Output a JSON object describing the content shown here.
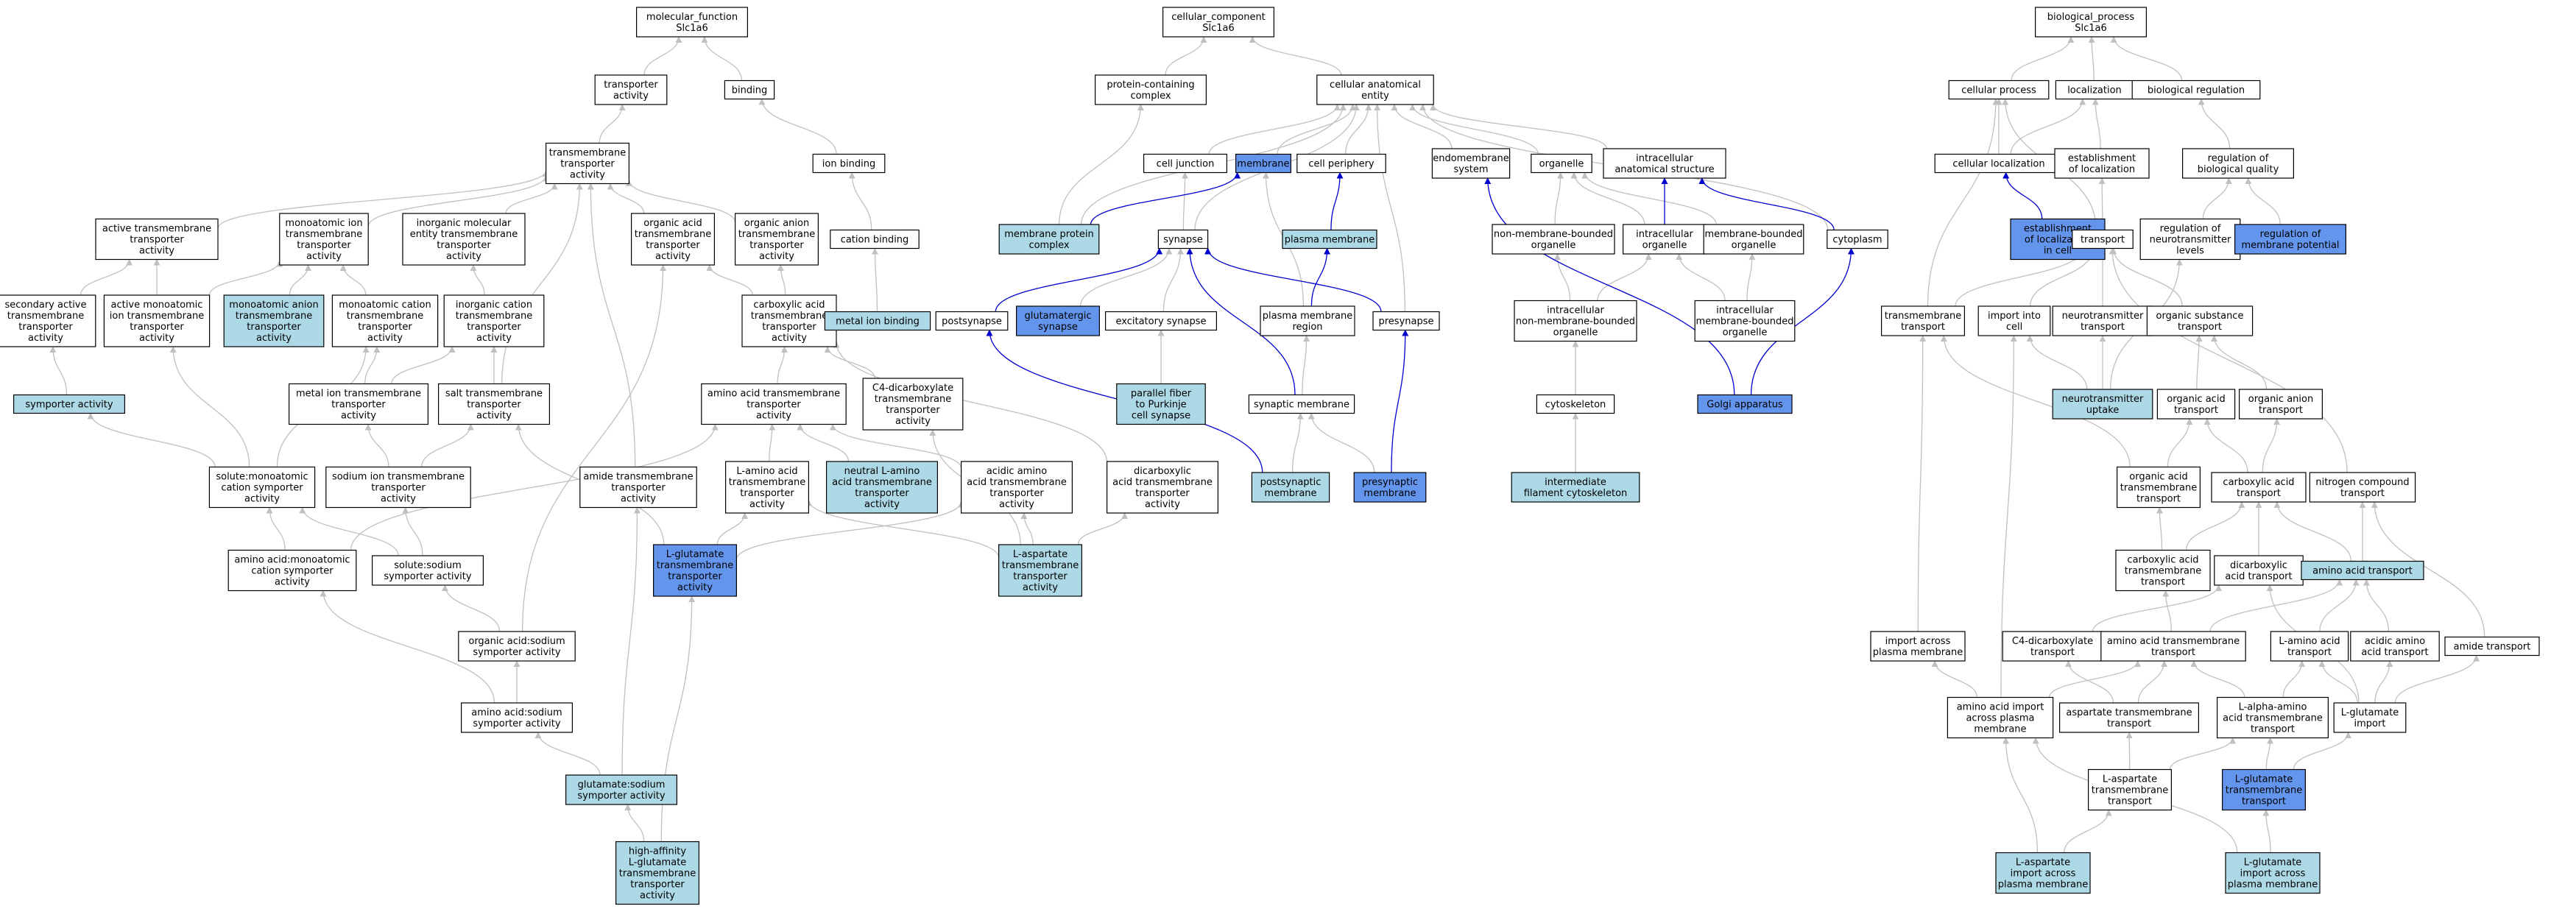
{
  "colors": {
    "default_fill": "#ffffff",
    "highlight_light": "#add8e6",
    "highlight_dark": "#6495ed",
    "edge_gray": "#c0c0c0",
    "edge_blue": "#0000cc"
  },
  "nodes": [
    {
      "id": "mf",
      "label": "molecular_function\nSlc1a6",
      "style": "white"
    },
    {
      "id": "cc",
      "label": "cellular_component\nSlc1a6",
      "style": "white"
    },
    {
      "id": "bp",
      "label": "biological_process\nSlc1a6",
      "style": "white"
    },
    {
      "id": "transporter_activity",
      "label": "transporter\nactivity",
      "style": "white"
    },
    {
      "id": "binding",
      "label": "binding",
      "style": "white"
    },
    {
      "id": "protein_complex",
      "label": "protein-containing\ncomplex",
      "style": "white"
    },
    {
      "id": "cae",
      "label": "cellular anatomical\nentity",
      "style": "white"
    },
    {
      "id": "cellular_process",
      "label": "cellular process",
      "style": "white"
    },
    {
      "id": "localization",
      "label": "localization",
      "style": "white"
    },
    {
      "id": "biological_regulation",
      "label": "biological regulation",
      "style": "white"
    },
    {
      "id": "tmt_activity",
      "label": "transmembrane\ntransporter\nactivity",
      "style": "white"
    },
    {
      "id": "ion_binding",
      "label": "ion binding",
      "style": "white"
    },
    {
      "id": "cell_junction",
      "label": "cell junction",
      "style": "white"
    },
    {
      "id": "membrane",
      "label": "membrane",
      "style": "dark"
    },
    {
      "id": "cell_periphery",
      "label": "cell periphery",
      "style": "white"
    },
    {
      "id": "endomembrane_system",
      "label": "endomembrane\nsystem",
      "style": "white"
    },
    {
      "id": "organelle",
      "label": "organelle",
      "style": "white"
    },
    {
      "id": "intracellular_as",
      "label": "intracellular\nanatomical structure",
      "style": "white"
    },
    {
      "id": "cellular_localization",
      "label": "cellular localization",
      "style": "white"
    },
    {
      "id": "establishment_localization",
      "label": "establishment\nof localization",
      "style": "white"
    },
    {
      "id": "regulation_bq",
      "label": "regulation of\nbiological quality",
      "style": "white"
    },
    {
      "id": "active_tt",
      "label": "active transmembrane\ntransporter\nactivity",
      "style": "white"
    },
    {
      "id": "monoatomic_ion_tt",
      "label": "monoatomic ion\ntransmembrane\ntransporter\nactivity",
      "style": "white"
    },
    {
      "id": "inorganic_molecular_tt",
      "label": "inorganic molecular\nentity transmembrane\ntransporter\nactivity",
      "style": "white"
    },
    {
      "id": "organic_acid_tt",
      "label": "organic acid\ntransmembrane\ntransporter\nactivity",
      "style": "white"
    },
    {
      "id": "organic_anion_tt",
      "label": "organic anion\ntransmembrane\ntransporter\nactivity",
      "style": "white"
    },
    {
      "id": "cation_binding",
      "label": "cation binding",
      "style": "white"
    },
    {
      "id": "synapse",
      "label": "synapse",
      "style": "white"
    },
    {
      "id": "membrane_protein_complex",
      "label": "membrane protein\ncomplex",
      "style": "light"
    },
    {
      "id": "plasma_membrane",
      "label": "plasma membrane",
      "style": "light"
    },
    {
      "id": "nmb_organelle",
      "label": "non-membrane-bounded\norganelle",
      "style": "white"
    },
    {
      "id": "intracellular_organelle",
      "label": "intracellular\norganelle",
      "style": "white"
    },
    {
      "id": "mb_organelle",
      "label": "membrane-bounded\norganelle",
      "style": "white"
    },
    {
      "id": "cytoplasm",
      "label": "cytoplasm",
      "style": "white"
    },
    {
      "id": "establishment_loc_cell",
      "label": "establishment\nof localization\nin cell",
      "style": "dark"
    },
    {
      "id": "transport",
      "label": "transport",
      "style": "white"
    },
    {
      "id": "regulation_nt_levels",
      "label": "regulation of\nneurotransmitter\nlevels",
      "style": "white"
    },
    {
      "id": "regulation_membrane_potential",
      "label": "regulation of\nmembrane potential",
      "style": "dark"
    },
    {
      "id": "secondary_active_tt",
      "label": "secondary active\ntransmembrane\ntransporter\nactivity",
      "style": "white"
    },
    {
      "id": "active_monoatomic_ion_tt",
      "label": "active monoatomic\nion transmembrane\ntransporter\nactivity",
      "style": "white"
    },
    {
      "id": "monoatomic_anion_tt",
      "label": "monoatomic anion\ntransmembrane\ntransporter\nactivity",
      "style": "light"
    },
    {
      "id": "monoatomic_cation_tt",
      "label": "monoatomic cation\ntransmembrane\ntransporter\nactivity",
      "style": "white"
    },
    {
      "id": "inorganic_cation_tt",
      "label": "inorganic cation\ntransmembrane\ntransporter\nactivity",
      "style": "white"
    },
    {
      "id": "carboxylic_acid_tt",
      "label": "carboxylic acid\ntransmembrane\ntransporter\nactivity",
      "style": "white"
    },
    {
      "id": "metal_ion_binding",
      "label": "metal ion binding",
      "style": "light"
    },
    {
      "id": "postsynapse",
      "label": "postsynapse",
      "style": "white"
    },
    {
      "id": "glutamatergic_synapse",
      "label": "glutamatergic\nsynapse",
      "style": "dark"
    },
    {
      "id": "excitatory_synapse",
      "label": "excitatory synapse",
      "style": "white"
    },
    {
      "id": "plasma_membrane_region",
      "label": "plasma membrane\nregion",
      "style": "white"
    },
    {
      "id": "presynapse",
      "label": "presynapse",
      "style": "white"
    },
    {
      "id": "intracellular_nmb_organelle",
      "label": "intracellular\nnon-membrane-bounded\norganelle",
      "style": "white"
    },
    {
      "id": "intracellular_mb_organelle",
      "label": "intracellular\nmembrane-bounded\norganelle",
      "style": "white"
    },
    {
      "id": "transmembrane_transport",
      "label": "transmembrane\ntransport",
      "style": "white"
    },
    {
      "id": "import_into_cell",
      "label": "import into\ncell",
      "style": "white"
    },
    {
      "id": "neurotransmitter_transport",
      "label": "neurotransmitter\ntransport",
      "style": "white"
    },
    {
      "id": "organic_substance_transport",
      "label": "organic substance\ntransport",
      "style": "white"
    },
    {
      "id": "symporter_activity",
      "label": "symporter activity",
      "style": "light"
    },
    {
      "id": "metal_ion_tt",
      "label": "metal ion transmembrane\ntransporter\nactivity",
      "style": "white"
    },
    {
      "id": "salt_tt",
      "label": "salt transmembrane\ntransporter\nactivity",
      "style": "white"
    },
    {
      "id": "amino_acid_tt",
      "label": "amino acid transmembrane\ntransporter\nactivity",
      "style": "white"
    },
    {
      "id": "c4_dicarboxylate_tt",
      "label": "C4-dicarboxylate\ntransmembrane\ntransporter\nactivity",
      "style": "white"
    },
    {
      "id": "parallel_fiber",
      "label": "parallel fiber\nto Purkinje\ncell synapse",
      "style": "light"
    },
    {
      "id": "synaptic_membrane",
      "label": "synaptic membrane",
      "style": "white"
    },
    {
      "id": "cytoskeleton",
      "label": "cytoskeleton",
      "style": "white"
    },
    {
      "id": "golgi_apparatus",
      "label": "Golgi apparatus",
      "style": "dark"
    },
    {
      "id": "nt_uptake",
      "label": "neurotransmitter\nuptake",
      "style": "light"
    },
    {
      "id": "organic_acid_transport",
      "label": "organic acid\ntransport",
      "style": "white"
    },
    {
      "id": "organic_anion_transport",
      "label": "organic anion\ntransport",
      "style": "white"
    },
    {
      "id": "solute_monoatomic_cation_symporter",
      "label": "solute:monoatomic\ncation symporter\nactivity",
      "style": "white"
    },
    {
      "id": "sodium_ion_tt",
      "label": "sodium ion transmembrane\ntransporter\nactivity",
      "style": "white"
    },
    {
      "id": "amide_tt",
      "label": "amide transmembrane\ntransporter\nactivity",
      "style": "white"
    },
    {
      "id": "l_amino_acid_tt",
      "label": "L-amino acid\ntransmembrane\ntransporter\nactivity",
      "style": "white"
    },
    {
      "id": "neutral_l_amino_acid_tt",
      "label": "neutral L-amino\nacid transmembrane\ntransporter\nactivity",
      "style": "light"
    },
    {
      "id": "acidic_amino_acid_tt",
      "label": "acidic amino\nacid transmembrane\ntransporter\nactivity",
      "style": "white"
    },
    {
      "id": "dicarboxylic_acid_tt",
      "label": "dicarboxylic\nacid transmembrane\ntransporter\nactivity",
      "style": "white"
    },
    {
      "id": "postsynaptic_membrane",
      "label": "postsynaptic\nmembrane",
      "style": "light"
    },
    {
      "id": "presynaptic_membrane",
      "label": "presynaptic\nmembrane",
      "style": "dark"
    },
    {
      "id": "intermediate_filament_cytoskeleton",
      "label": "intermediate\nfilament cytoskeleton",
      "style": "light"
    },
    {
      "id": "organic_acid_tm_transport",
      "label": "organic acid\ntransmembrane\ntransport",
      "style": "white"
    },
    {
      "id": "carboxylic_acid_transport",
      "label": "carboxylic acid\ntransport",
      "style": "white"
    },
    {
      "id": "nitrogen_compound_transport",
      "label": "nitrogen compound\ntransport",
      "style": "white"
    },
    {
      "id": "amino_acid_monoatomic_cation_symporter",
      "label": "amino acid:monoatomic\ncation symporter\nactivity",
      "style": "white"
    },
    {
      "id": "solute_sodium_symporter",
      "label": "solute:sodium\nsymporter activity",
      "style": "white"
    },
    {
      "id": "l_glutamate_tt",
      "label": "L-glutamate\ntransmembrane\ntransporter\nactivity",
      "style": "dark"
    },
    {
      "id": "l_aspartate_tt",
      "label": "L-aspartate\ntransmembrane\ntransporter\nactivity",
      "style": "light"
    },
    {
      "id": "carboxylic_acid_tm_transport",
      "label": "carboxylic acid\ntransmembrane\ntransport",
      "style": "white"
    },
    {
      "id": "dicarboxylic_acid_transport",
      "label": "dicarboxylic\nacid transport",
      "style": "white"
    },
    {
      "id": "amino_acid_transport",
      "label": "amino acid transport",
      "style": "light"
    },
    {
      "id": "organic_acid_sodium_symporter",
      "label": "organic acid:sodium\nsymporter activity",
      "style": "white"
    },
    {
      "id": "import_across_pm",
      "label": "import across\nplasma membrane",
      "style": "white"
    },
    {
      "id": "c4_dicarboxylate_transport",
      "label": "C4-dicarboxylate\ntransport",
      "style": "white"
    },
    {
      "id": "amino_acid_tm_transport",
      "label": "amino acid transmembrane\ntransport",
      "style": "white"
    },
    {
      "id": "l_amino_acid_transport",
      "label": "L-amino acid\ntransport",
      "style": "white"
    },
    {
      "id": "acidic_amino_acid_transport",
      "label": "acidic amino\nacid transport",
      "style": "white"
    },
    {
      "id": "amide_transport",
      "label": "amide transport",
      "style": "white"
    },
    {
      "id": "amino_acid_sodium_symporter",
      "label": "amino acid:sodium\nsymporter activity",
      "style": "white"
    },
    {
      "id": "amino_acid_import_pm",
      "label": "amino acid import\nacross plasma\nmembrane",
      "style": "white"
    },
    {
      "id": "aspartate_tm_transport",
      "label": "aspartate transmembrane\ntransport",
      "style": "white"
    },
    {
      "id": "l_alpha_amino_acid_tm_transport",
      "label": "L-alpha-amino\nacid transmembrane\ntransport",
      "style": "white"
    },
    {
      "id": "l_glutamate_import",
      "label": "L-glutamate\nimport",
      "style": "white"
    },
    {
      "id": "glutamate_sodium_symporter",
      "label": "glutamate:sodium\nsymporter activity",
      "style": "light"
    },
    {
      "id": "l_aspartate_tm_transport",
      "label": "L-aspartate\ntransmembrane\ntransport",
      "style": "white"
    },
    {
      "id": "l_glutamate_tm_transport",
      "label": "L-glutamate\ntransmembrane\ntransport",
      "style": "dark"
    },
    {
      "id": "high_affinity_l_glutamate_tt",
      "label": "high-affinity\nL-glutamate\ntransmembrane\ntransporter\nactivity",
      "style": "light"
    },
    {
      "id": "l_aspartate_import_pm",
      "label": "L-aspartate\nimport across\nplasma membrane",
      "style": "light"
    },
    {
      "id": "l_glutamate_import_pm",
      "label": "L-glutamate\nimport across\nplasma membrane",
      "style": "light"
    }
  ]
}
